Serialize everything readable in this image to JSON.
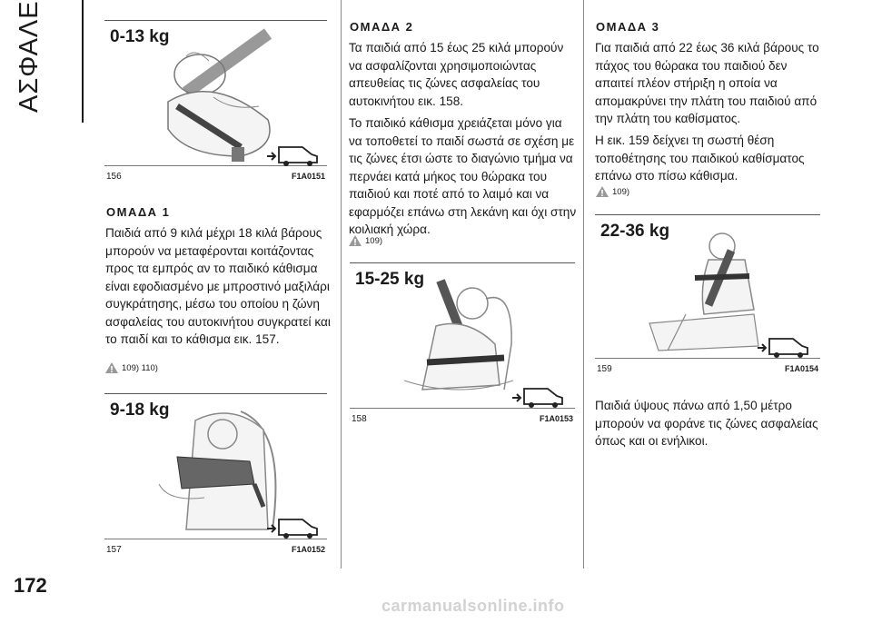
{
  "sidebar": {
    "section_title": "ΑΣΦΑΛΕΙΑ"
  },
  "page_number": "172",
  "figures": {
    "f156": {
      "weight": "0-13 kg",
      "number": "156",
      "code": "F1A0151"
    },
    "f157": {
      "weight": "9-18 kg",
      "number": "157",
      "code": "F1A0152"
    },
    "f158": {
      "weight": "15-25 kg",
      "number": "158",
      "code": "F1A0153"
    },
    "f159": {
      "weight": "22-36 kg",
      "number": "159",
      "code": "F1A0154"
    }
  },
  "group1": {
    "heading": "ΟΜΑΔΑ 1",
    "text": "Παιδιά από 9 κιλά μέχρι 18 κιλά βάρους μπορούν να μεταφέρονται κοιτάζοντας προς τα εμπρός αν το παιδικό κάθισμα είναι εφοδιασμένο με μπροστινό μαξιλάρι συγκράτησης, μέσω του οποίου η ζώνη ασφαλείας του αυτοκινήτου συγκρατεί και το παιδί και το κάθισμα εικ. 157.",
    "warning_refs": "109) 110)"
  },
  "group2": {
    "heading": "ΟΜΑΔΑ 2",
    "text1": "Τα παιδιά από 15 έως 25 κιλά μπορούν να ασφαλίζονται χρησιμοποιώντας απευθείας τις ζώνες ασφαλείας του αυτοκινήτου εικ. 158.",
    "text2": "Το παιδικό κάθισμα χρειάζεται μόνο για να τοποθετεί το παιδί σωστά σε σχέση με τις ζώνες έτσι ώστε το διαγώνιο τμήμα να περνάει κατά μήκος του θώρακα του παιδιού και ποτέ από το λαιμό και να εφαρμόζει επάνω στη λεκάνη και όχι στην κοιλιακή χώρα.",
    "warning_refs": "109)"
  },
  "group3": {
    "heading": "ΟΜΑΔΑ 3",
    "text1": "Για παιδιά από 22 έως 36 κιλά βάρους το πάχος του θώρακα του παιδιού δεν απαιτεί πλέον στήριξη η οποία να απομακρύνει την πλάτη του παιδιού από την πλάτη του καθίσματος.",
    "text2": "Η εικ. 159 δείχνει τη σωστή θέση τοποθέτησης του παιδικού καθίσματος επάνω στο πίσω κάθισμα.",
    "warning_refs": "109)",
    "text3": "Παιδιά ύψους πάνω από 1,50 μέτρο μπορούν να φοράνε τις ζώνες ασφαλείας όπως και οι ενήλικοι."
  },
  "footer": {
    "watermark": "carmanualsonline.info"
  }
}
